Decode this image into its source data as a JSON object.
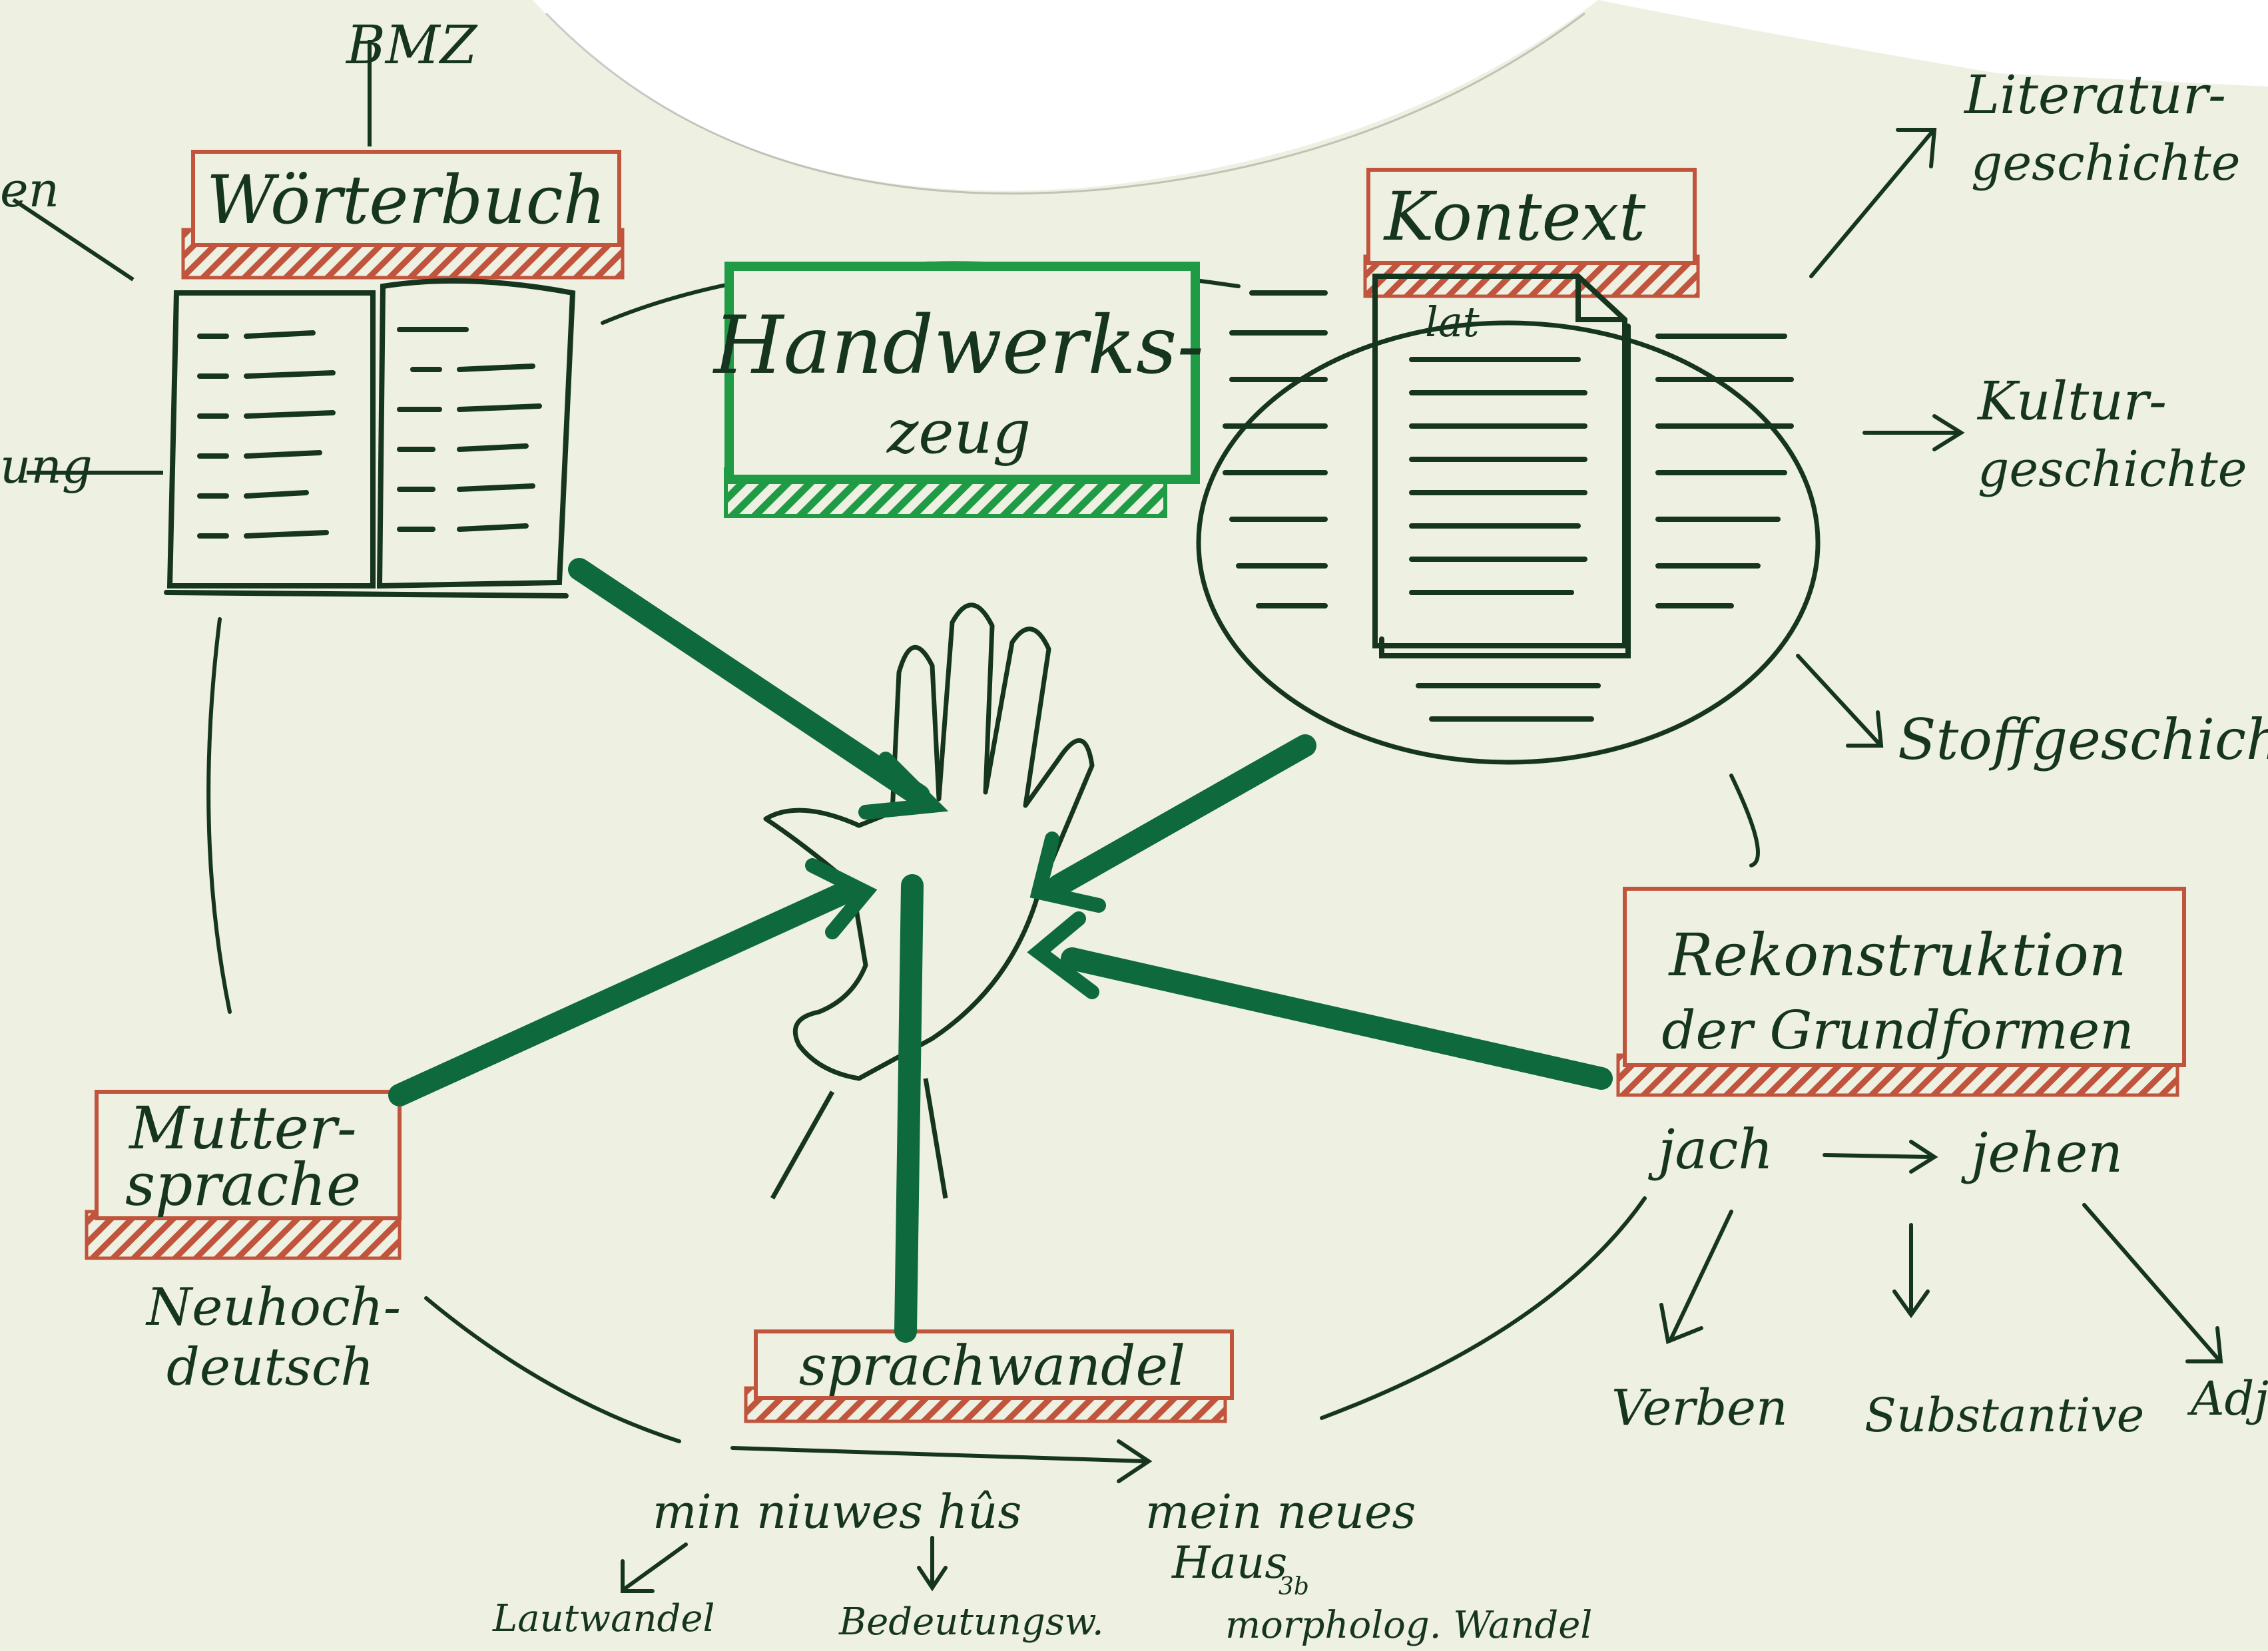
{
  "center": {
    "label_line1": "Handwerks-",
    "label_line2": "zeug"
  },
  "nodes": {
    "woerterbuch": "Wörterbuch",
    "kontext": "Kontext",
    "kontext_doc_label": "lat",
    "mutter_line1": "Mutter-",
    "mutter_line2": "sprache",
    "sprachwandel": "sprachwandel",
    "rekon_line1": "Rekonstruktion",
    "rekon_line2": "der Grundformen"
  },
  "labels": {
    "bmz": "BMZ",
    "left_top_partial": "en",
    "left_mid_partial": "ung",
    "neuhoch_line1": "Neuhoch-",
    "neuhoch_line2": "deutsch",
    "example_old": "min niuwes hûs",
    "example_new_line1": "mein neues",
    "example_new_line2": "Haus",
    "sub_lautwandel": "Lautwandel",
    "sub_bedeutung": "Bedeutungsw.",
    "sub_morph": "morpholog. Wandel",
    "morph_superscript": "3b",
    "jach": "jach",
    "jehen": "jehen",
    "verben": "Verben",
    "substantive": "Substantive",
    "adj_partial": "Adj",
    "lit_line1": "Literatur-",
    "lit_line2": "geschichte",
    "kult_line1": "Kultur-",
    "kult_line2": "geschichte",
    "stoff": "Stoffgeschichte"
  },
  "colors": {
    "paper": "#eef0e2",
    "ink": "#16351f",
    "green_marker": "#0e6a3c",
    "bright_green": "#1f9a45",
    "red_box": "#c0543c"
  }
}
